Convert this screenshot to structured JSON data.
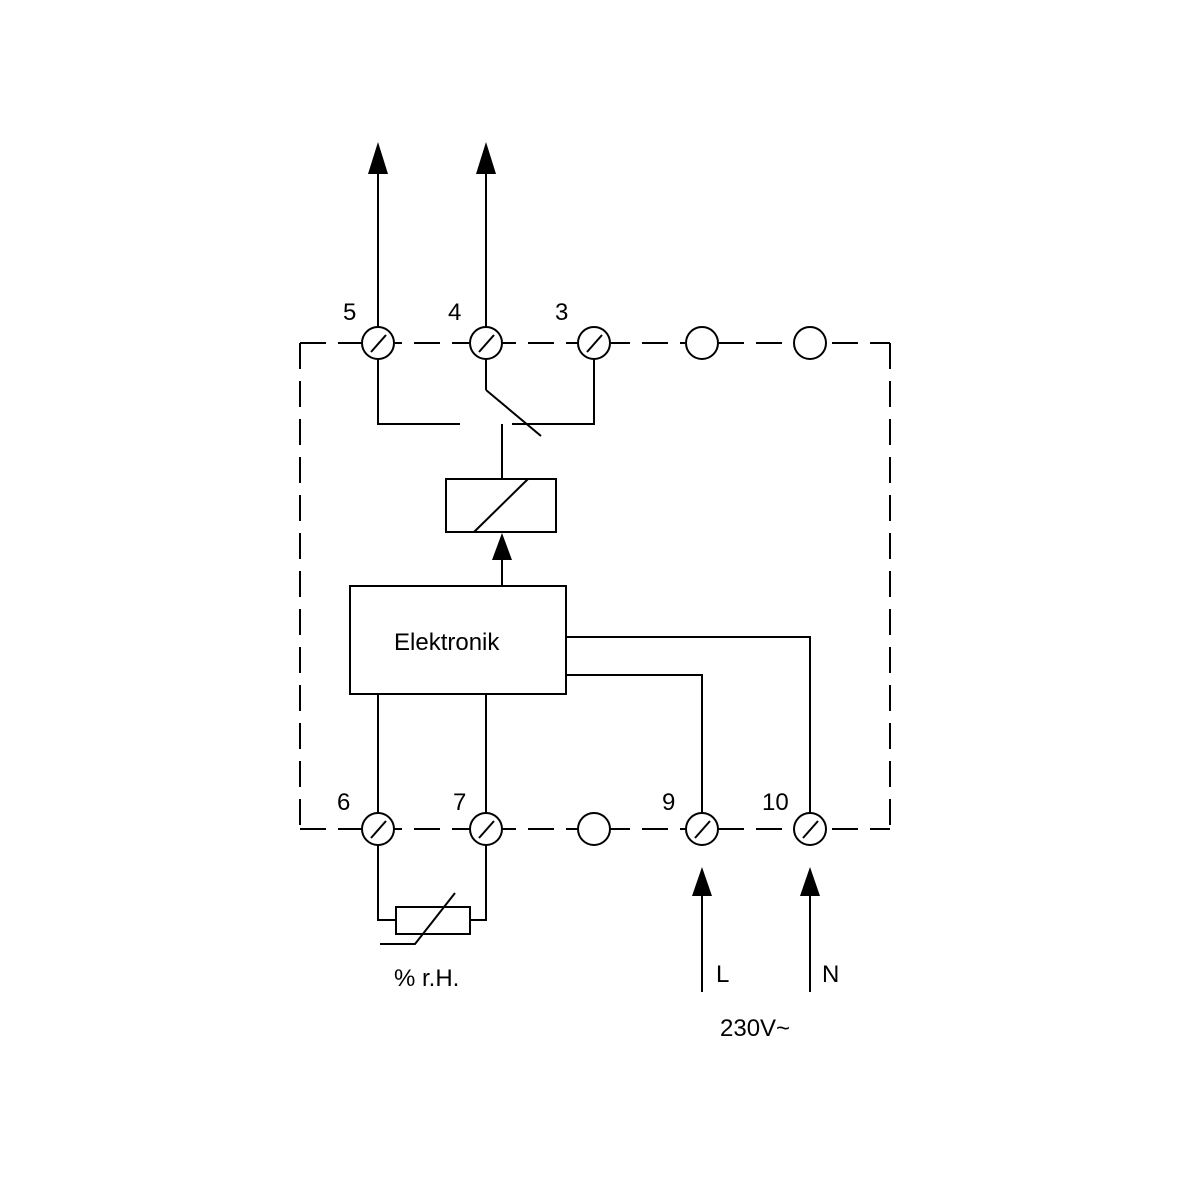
{
  "terminals": {
    "t5": "5",
    "t4": "4",
    "t3": "3",
    "t6": "6",
    "t7": "7",
    "t9": "9",
    "t10": "10"
  },
  "blocks": {
    "electronics": "Elektronik"
  },
  "sensor": {
    "label": "% r.H."
  },
  "supply": {
    "line": "L",
    "neutral": "N",
    "voltage": "230V~"
  }
}
